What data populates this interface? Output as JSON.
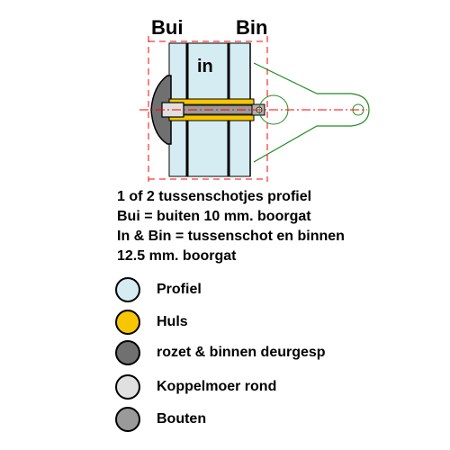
{
  "labels": {
    "bui": "Bui",
    "bin": "Bin",
    "in": "in"
  },
  "description": {
    "line1": "1 of 2 tussenschotjes profiel",
    "line2": "Bui = buiten 10 mm. boorgat",
    "line3": "In & Bin = tussenschot en binnen",
    "line4": "12.5 mm. boorgat"
  },
  "legend": [
    {
      "label": "Profiel",
      "color": "#d6ecf3"
    },
    {
      "label": "Huls",
      "color": "#f7c600"
    },
    {
      "label": "rozet & binnen deurgesp",
      "color": "#707070"
    },
    {
      "label": "Koppelmoer rond",
      "color": "#e0e0e0"
    },
    {
      "label": "Bouten",
      "color": "#9a9a9a"
    }
  ],
  "colors": {
    "dash_line": "#ff0000",
    "handle": "#228b22",
    "profile": "#d6ecf3",
    "sleeve": "#f7c600"
  }
}
